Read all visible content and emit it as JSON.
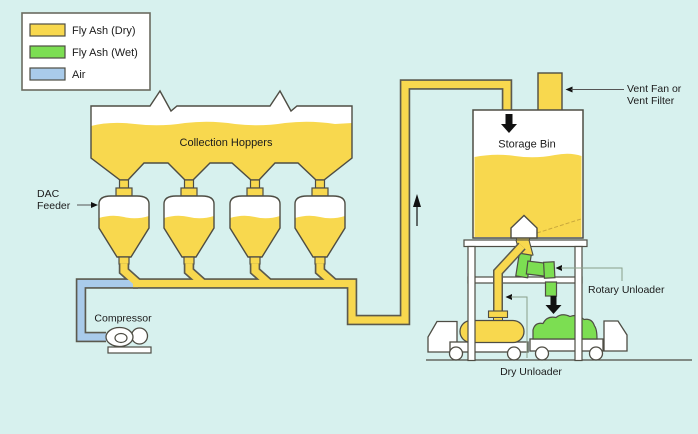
{
  "legend": {
    "items": [
      {
        "label": "Fly Ash (Dry)",
        "color": "#f8d84e"
      },
      {
        "label": "Fly Ash (Wet)",
        "color": "#7cde52"
      },
      {
        "label": "Air",
        "color": "#a9cbea"
      }
    ]
  },
  "labels": {
    "collection_hoppers": "Collection Hoppers",
    "dac_feeder": {
      "line1": "DAC",
      "line2": "Feeder"
    },
    "compressor": "Compressor",
    "storage_bin": "Storage Bin",
    "vent": {
      "line1": "Vent Fan or",
      "line2": "Vent Filter"
    },
    "rotary_unloader": "Rotary Unloader",
    "dry_unloader": "Dry Unloader"
  },
  "colors": {
    "background": "#d7f1ee",
    "dry_ash": "#f8d84e",
    "wet_ash": "#7cde52",
    "air": "#a9cbea",
    "outline": "#4e4d44",
    "pipe_outline": "#5b5a4e",
    "vessel_fill": "#ffffff"
  }
}
